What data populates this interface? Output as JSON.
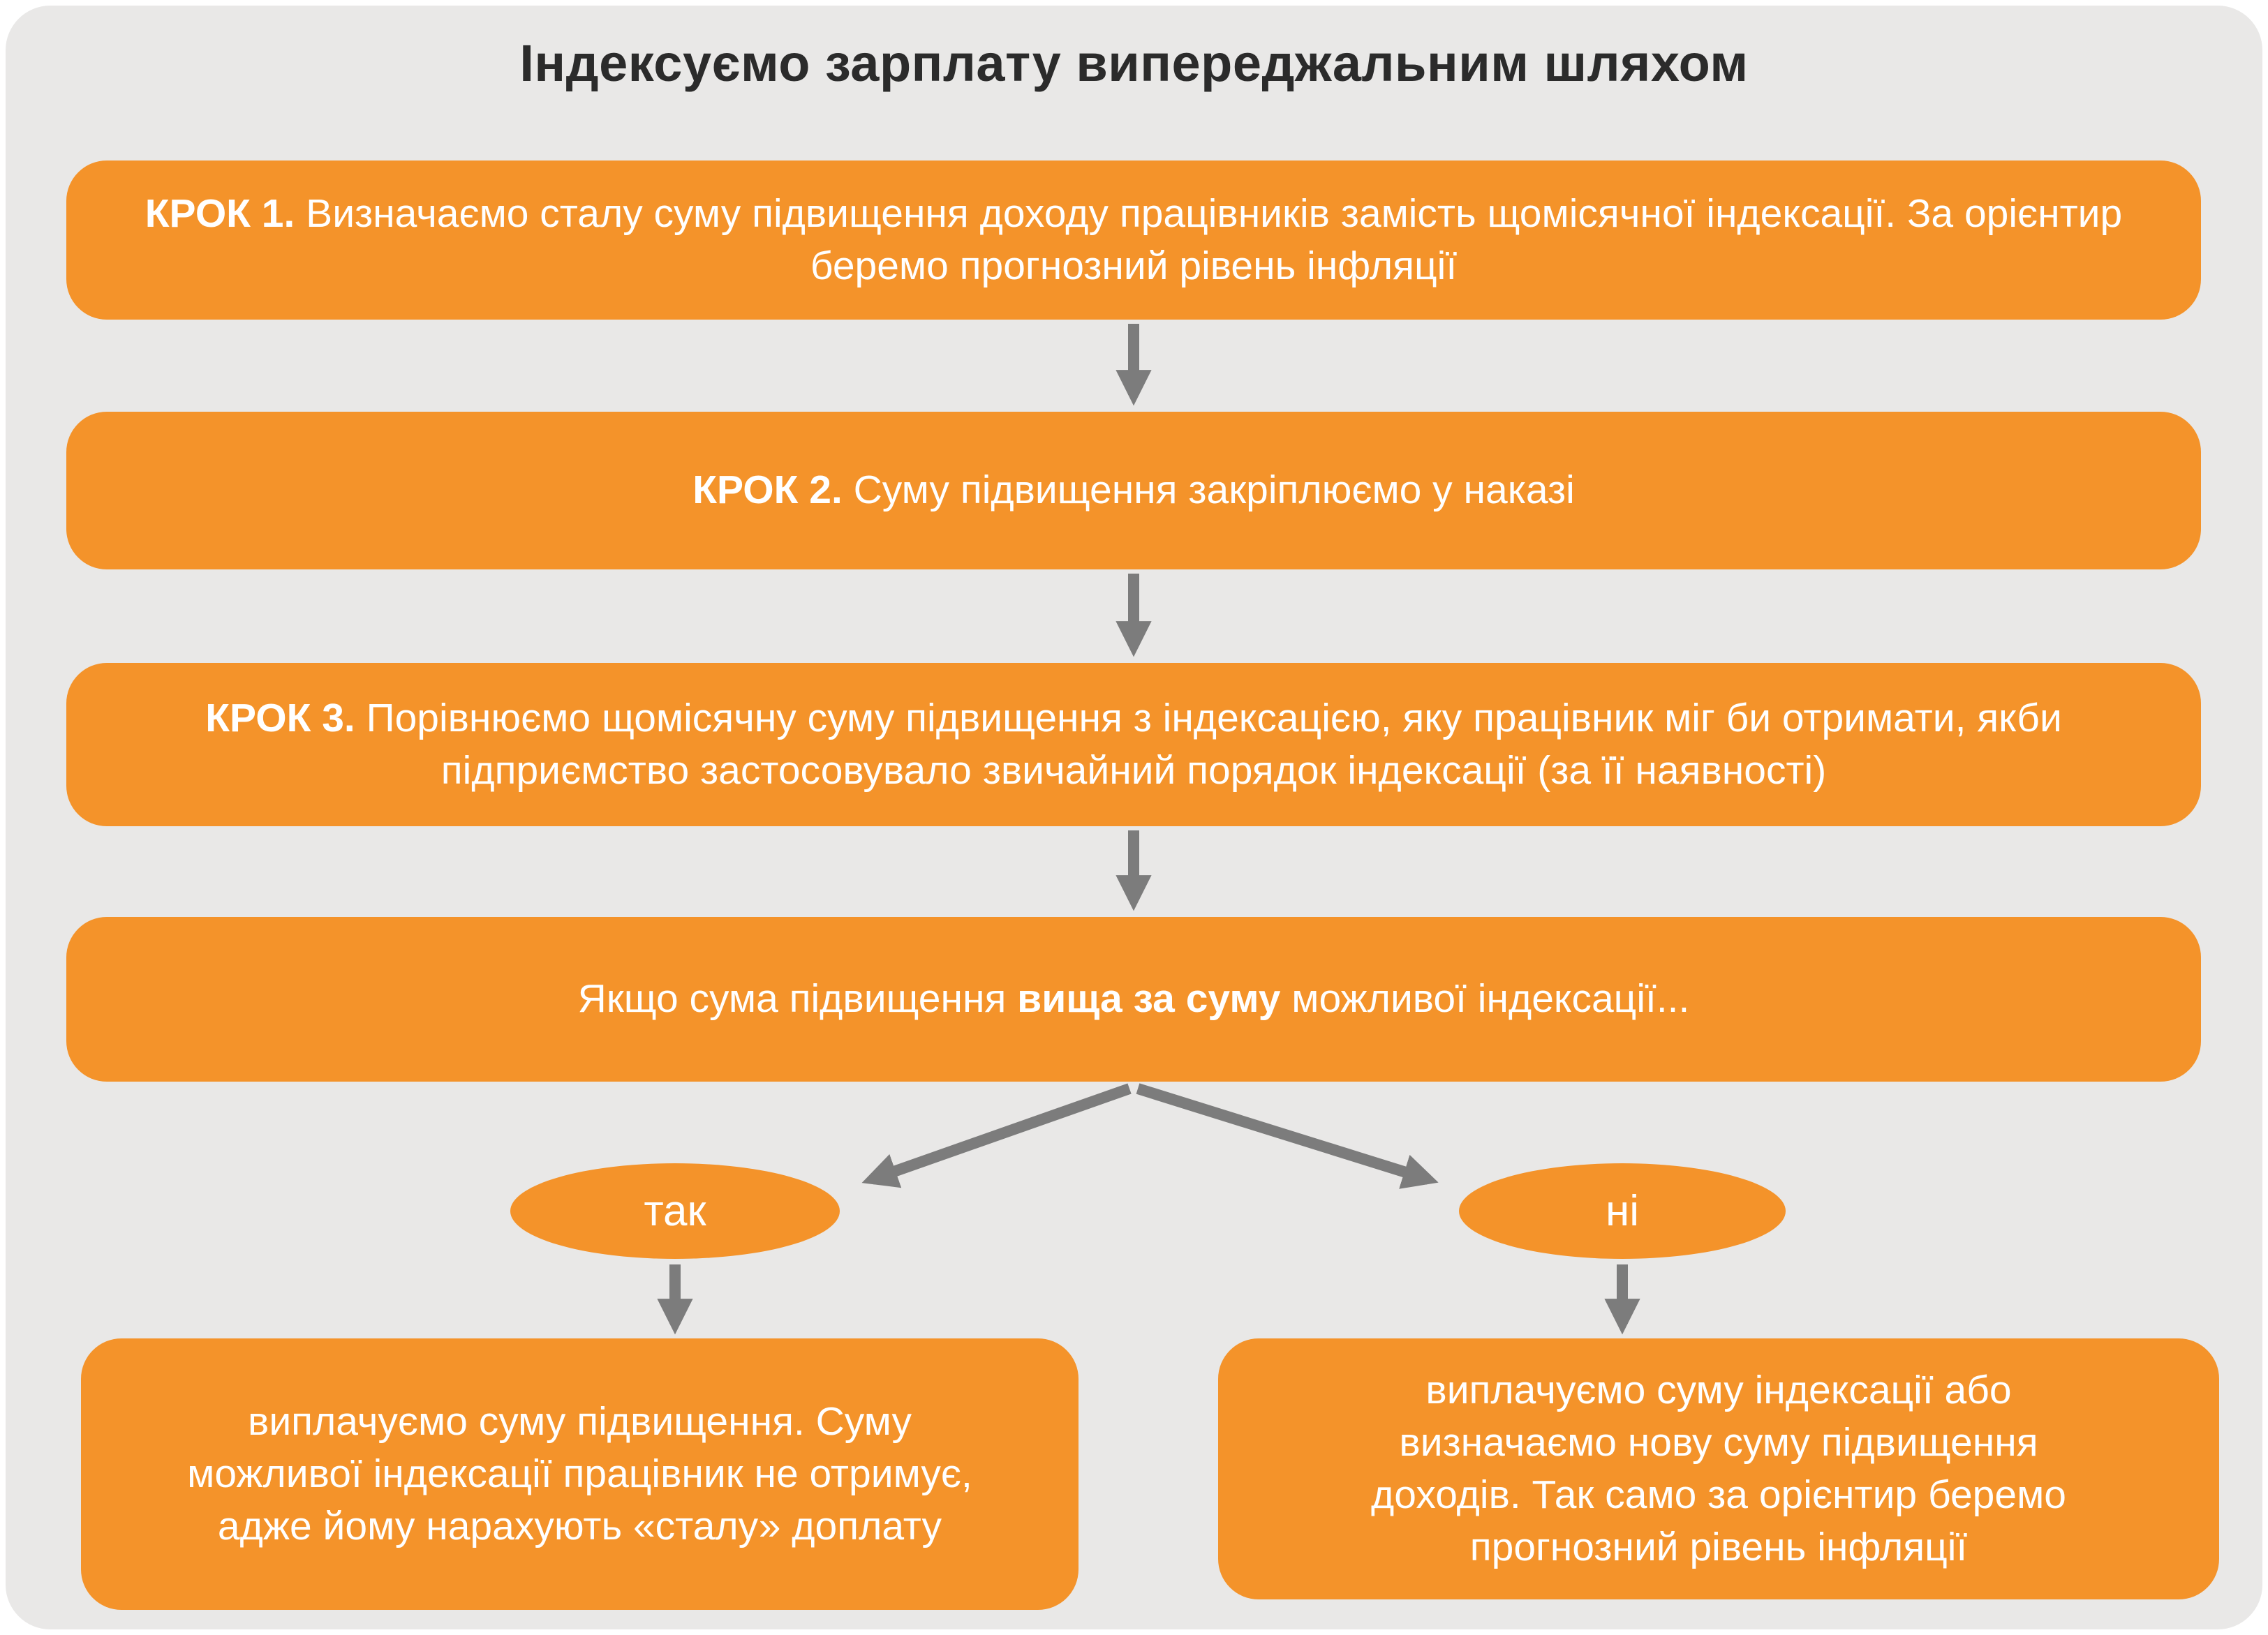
{
  "title": "Індексуємо зарплату випереджальним шляхом",
  "steps": [
    {
      "label": "КРОК 1.",
      "text": "Визначаємо сталу суму підвищення доходу працівників замість щомісячної індексації. За орієнтир беремо прогнозний рівень інфляції"
    },
    {
      "label": "КРОК 2.",
      "text": "Суму підвищення закріплюємо у наказі"
    },
    {
      "label": "КРОК 3.",
      "text": "Порівнюємо щомісячну суму підвищення з індексацією, яку працівник міг би отримати, якби підприємство застосовувало звичайний порядок індексації (за її наявності)"
    }
  ],
  "condition": {
    "pre": "Якщо сума підвищення ",
    "bold": "вища за суму",
    "post": " можливої індексації..."
  },
  "branches": {
    "yes": {
      "label": "так",
      "text": "виплачуємо суму підвищення. Суму можливої індексації працівник не отримує, адже йому нарахують «сталу» доплату"
    },
    "no": {
      "label": "ні",
      "text": "виплачуємо суму індексації або визначаємо нову суму підвищення доходів. Так само за орієнтир беремо прогнозний рівень інфляції"
    }
  },
  "colors": {
    "box_orange": "#F4932A",
    "panel_gray": "#E9E8E7",
    "arrow_gray": "#7C7C7C",
    "title_text": "#2B2B2B",
    "box_text": "#FFFFFF"
  }
}
